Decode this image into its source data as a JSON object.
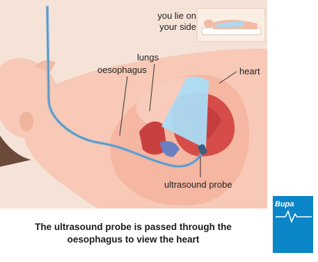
{
  "labels": {
    "side_position_line1": "you lie on",
    "side_position_line2": "your side",
    "lungs": "lungs",
    "oesophagus": "oesophagus",
    "heart": "heart",
    "probe": "ultrasound probe"
  },
  "caption": {
    "line1": "The ultrasound probe is passed through the",
    "line2": "oesophagus to view the heart"
  },
  "logo": {
    "text": "Bupa"
  },
  "colors": {
    "skin": "#f7c7b3",
    "skin_dark": "#e8a48a",
    "background_panel": "#f4e2d6",
    "hair": "#6b4a3a",
    "ultrasound_beam": "#aadcf5",
    "heart": "#d9534f",
    "vessel_blue": "#6a7fc0",
    "tube": "#8ab4d6",
    "brand": "#0b86c8"
  }
}
